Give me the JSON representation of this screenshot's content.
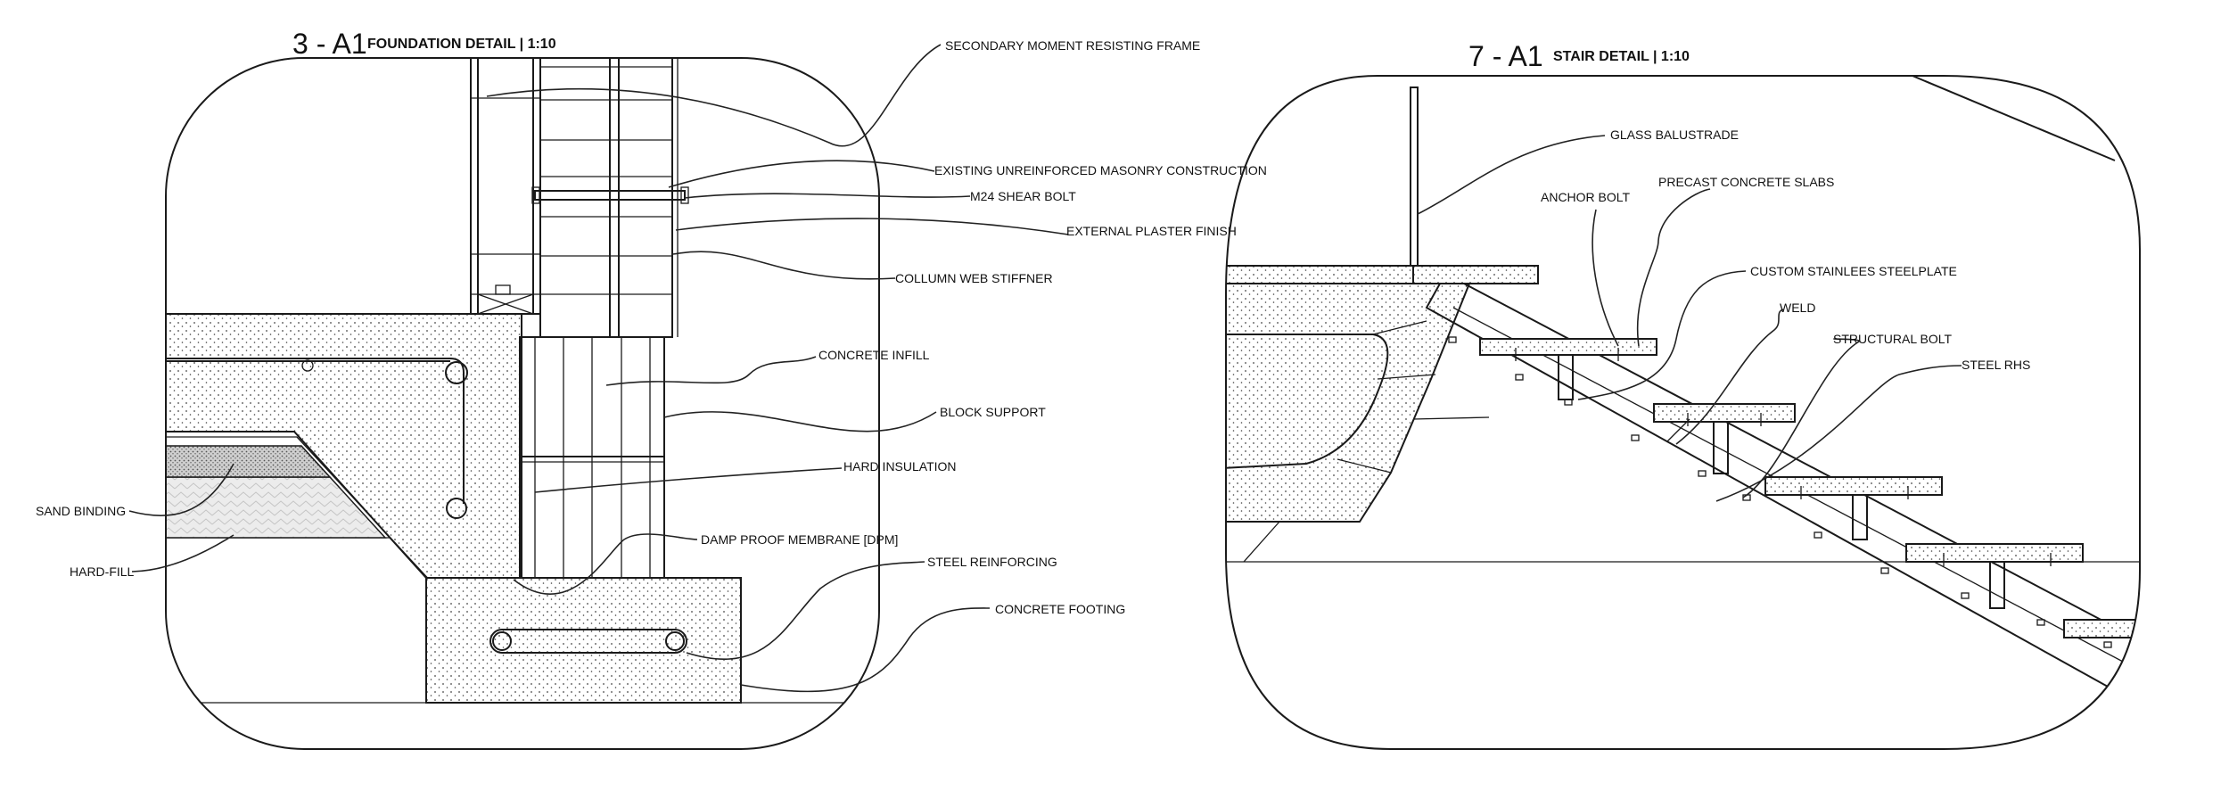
{
  "details": [
    {
      "ref": "3 - A1",
      "title": "FOUNDATION DETAIL | 1:10",
      "callouts": [
        "SECONDARY MOMENT RESISTING FRAME",
        "EXISTING UNREINFORCED MASONRY CONSTRUCTION",
        "M24 SHEAR BOLT",
        "EXTERNAL PLASTER FINISH",
        "COLLUMN WEB STIFFNER",
        "CONCRETE INFILL",
        "BLOCK SUPPORT",
        "HARD INSULATION",
        "DAMP PROOF MEMBRANE [DPM]",
        "STEEL REINFORCING",
        "CONCRETE FOOTING",
        "SAND BINDING",
        "HARD-FILL"
      ]
    },
    {
      "ref": "7 - A1",
      "title": "STAIR DETAIL | 1:10",
      "callouts": [
        "GLASS BALUSTRADE",
        "ANCHOR BOLT",
        "PRECAST CONCRETE SLABS",
        "CUSTOM STAINLEES STEELPLATE",
        "WELD",
        "STRUCTURAL BOLT",
        "STEEL RHS"
      ]
    }
  ]
}
